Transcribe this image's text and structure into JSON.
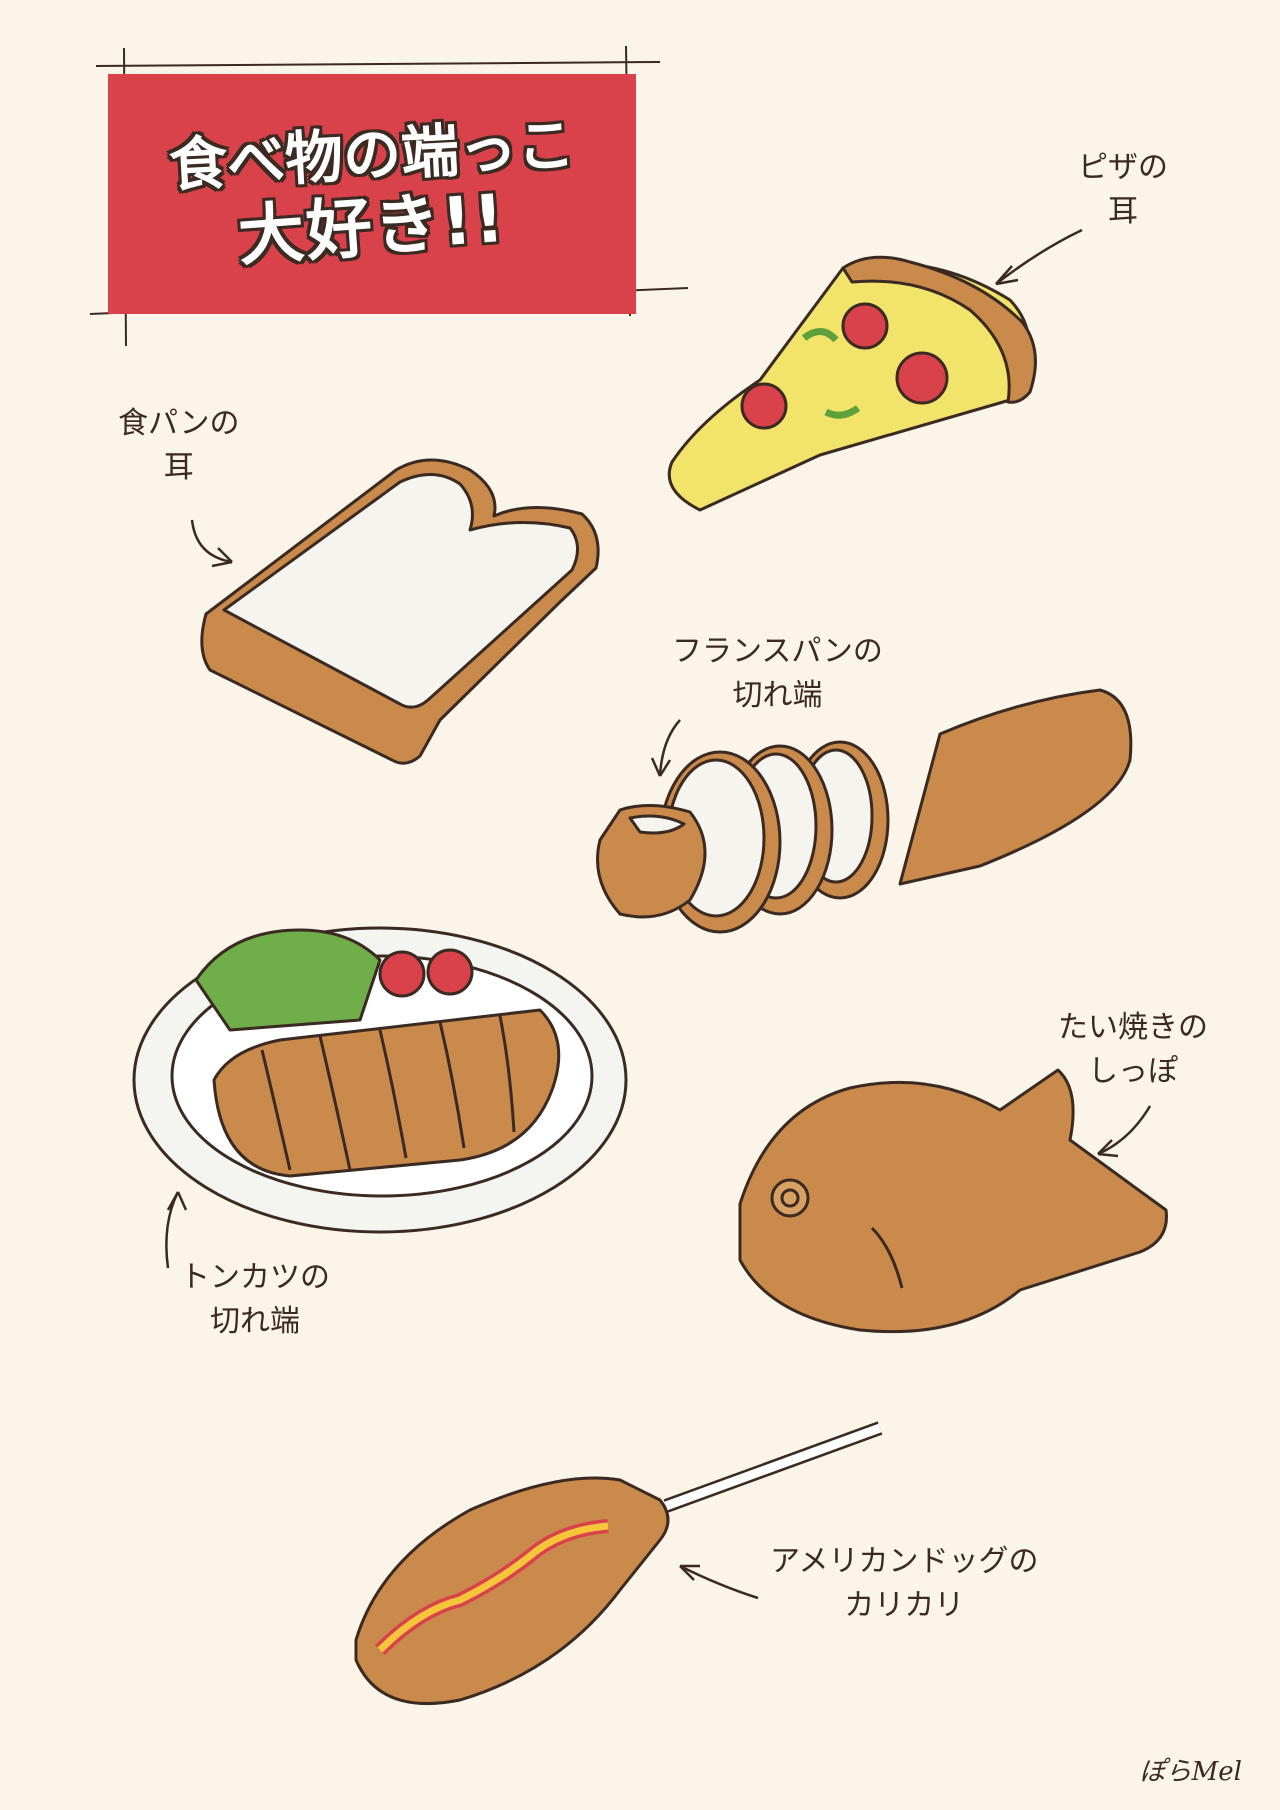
{
  "title": {
    "line1": "食べ物の端っこ",
    "line2": "大好き!!"
  },
  "labels": {
    "pizza": {
      "line1": "ピザの",
      "line2": "耳"
    },
    "bread": {
      "line1": "食パンの",
      "line2": "耳"
    },
    "baguette": {
      "line1": "フランスパンの",
      "line2": "切れ端"
    },
    "tonkatsu": {
      "line1": "トンカツの",
      "line2": "切れ端"
    },
    "taiyaki": {
      "line1": "たい焼きの",
      "line2": "しっぽ"
    },
    "corndog": {
      "line1": "アメリカンドッグの",
      "line2": "カリカリ"
    }
  },
  "signature": "ぽらMel",
  "colors": {
    "background": "#fbf4e8",
    "banner": "#d9424a",
    "crust": "#c98a4b",
    "outline": "#3a2a22"
  }
}
